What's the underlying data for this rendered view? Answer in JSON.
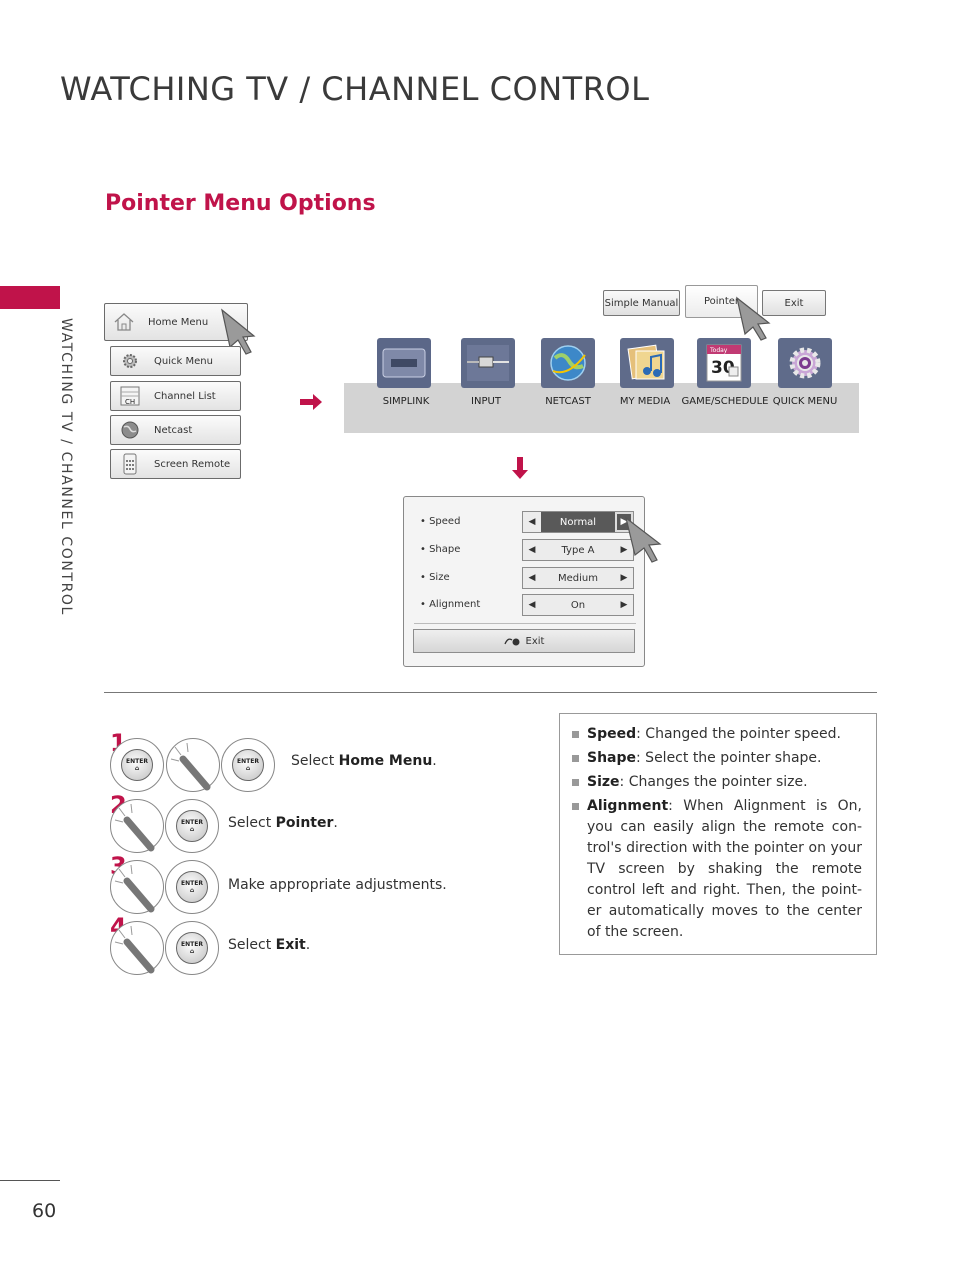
{
  "page": {
    "title": "WATCHING TV / CHANNEL CONTROL",
    "side_label": "WATCHING TV / CHANNEL CONTROL",
    "page_number": "60"
  },
  "section": {
    "title": "Pointer Menu Options"
  },
  "home_menu": {
    "main": "Home Menu",
    "items": [
      "Quick Menu",
      "Channel List",
      "Netcast",
      "Screen Remote"
    ],
    "channel_icon_text": "CH"
  },
  "top_buttons": {
    "simple_manual": "Simple Manual",
    "pointer": "Pointer",
    "exit": "Exit"
  },
  "launcher": {
    "items": [
      "SIMPLINK",
      "INPUT",
      "NETCAST",
      "MY MEDIA",
      "GAME/SCHEDULE",
      "QUICK MENU"
    ],
    "calendar_day": "30",
    "calendar_header": "Today"
  },
  "pointer_settings": {
    "rows": [
      {
        "label": "• Speed",
        "value": "Normal"
      },
      {
        "label": "• Shape",
        "value": "Type A"
      },
      {
        "label": "• Size",
        "value": "Medium"
      },
      {
        "label": "• Alignment",
        "value": "On"
      }
    ],
    "exit_label": "Exit"
  },
  "remote": {
    "enter_label": "ENTER"
  },
  "steps": [
    {
      "num": "1",
      "prefix": "Select ",
      "bold": "Home Menu",
      "suffix": "."
    },
    {
      "num": "2",
      "prefix": "Select ",
      "bold": "Pointer",
      "suffix": "."
    },
    {
      "num": "3",
      "prefix": "Make appropriate adjustments.",
      "bold": "",
      "suffix": ""
    },
    {
      "num": "4",
      "prefix": "Select ",
      "bold": "Exit",
      "suffix": "."
    }
  ],
  "notes": [
    {
      "term": "Speed",
      "text": ": Changed the pointer speed."
    },
    {
      "term": "Shape",
      "text": ": Select the pointer shape."
    },
    {
      "term": "Size",
      "text": ": Changes the pointer size."
    },
    {
      "term": "Alignment",
      "text": ": When Alignment is On, you can easily align the remote con-trol's direction with the pointer on your TV screen by shaking the remote control left and right. Then, the point-er automatically moves to the center of the screen."
    }
  ],
  "colors": {
    "accent": "#c0134a",
    "panel_gray": "#d3d3d3",
    "highlight": "#595959"
  }
}
